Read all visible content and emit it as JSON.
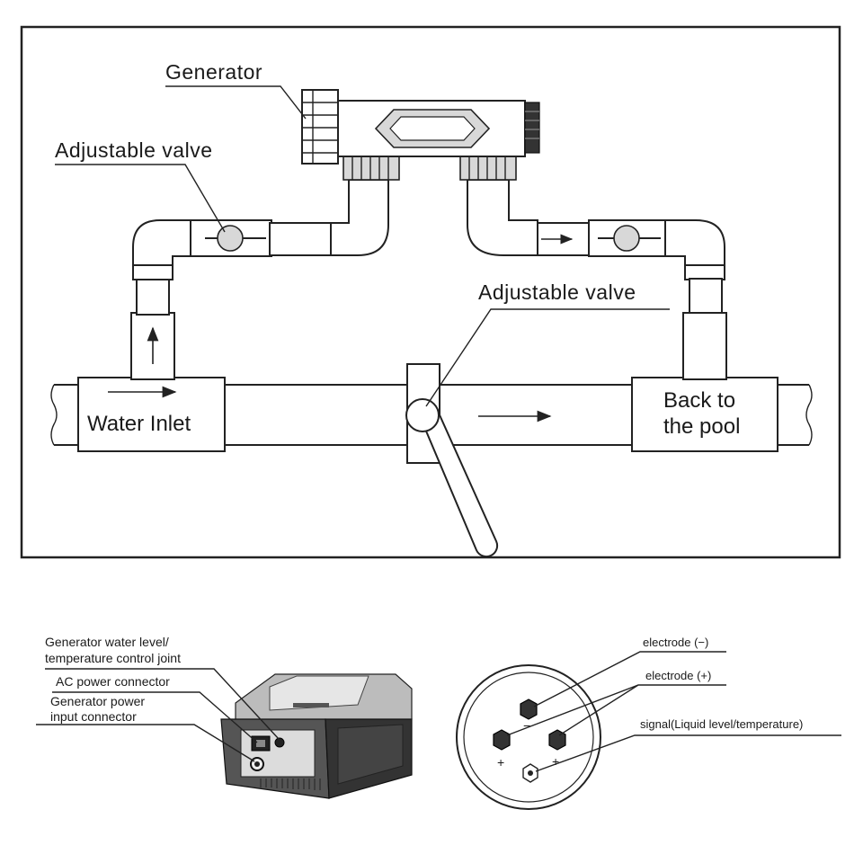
{
  "installation": {
    "generator_label": "Generator",
    "valve_top_label": "Adjustable valve",
    "valve_main_label": "Adjustable valve",
    "inlet_label": "Water Inlet",
    "return_label_line1": "Back to",
    "return_label_line2": "the pool"
  },
  "control_box": {
    "label_water_level_line1": "Generator water level/",
    "label_water_level_line2": "temperature control joint",
    "label_ac_power": "AC power connector",
    "label_gen_power_line1": "Generator power",
    "label_gen_power_line2": "input connector"
  },
  "connector": {
    "label_electrode_neg": "electrode (−)",
    "label_electrode_pos": "electrode (+)",
    "label_signal": "signal(Liquid level/temperature)",
    "pin_minus_symbol": "−",
    "pin_plus_symbol": "+"
  }
}
